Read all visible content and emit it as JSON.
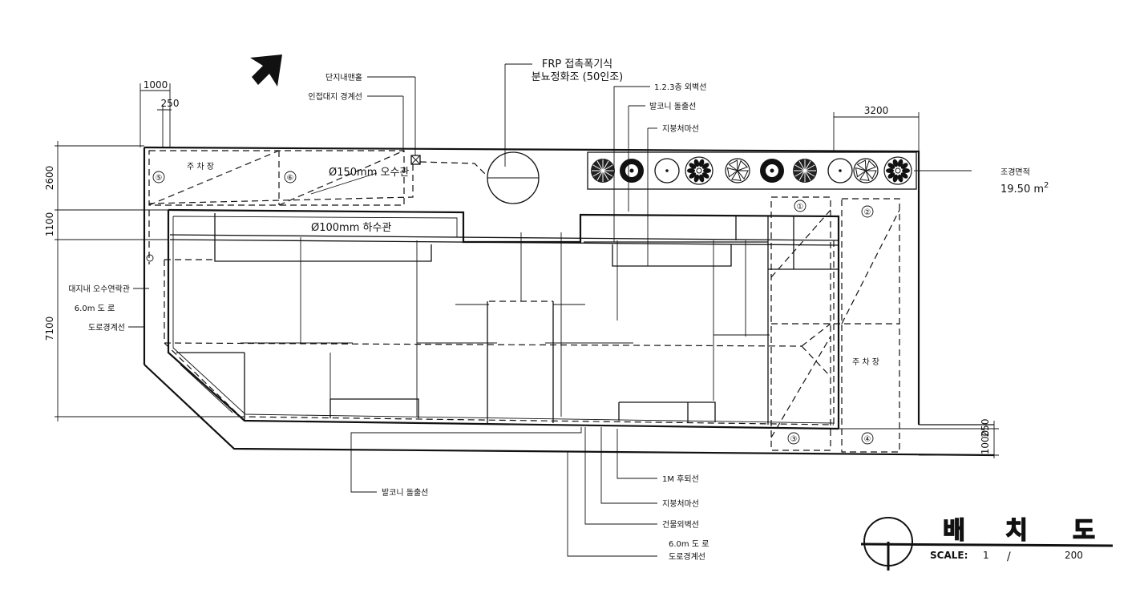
{
  "labels": {
    "manhole": "단지내맨홀",
    "adjacent_boundary": "인접대지 경계선",
    "frp_line1": "FRP 접촉폭기식",
    "frp_line2": "분뇨정화조 (50인조)",
    "outer_wall_123": "1.2.3층 외벽선",
    "balcony_top": "발코니 돌출선",
    "roof_eave_top": "지붕처마선",
    "landscape_area": "조경면적",
    "landscape_value": "19.50 m",
    "landscape_unit_sup": "2",
    "sewer_150": "Ø150mm 오수관",
    "sewer_100": "Ø100mm 하수관",
    "parking_left": "주 차 장",
    "parking_right": "주 차 장",
    "sewage_pipe": "대지내 오수연락관",
    "road_left": "6.0m 도 로",
    "road_boundary_left": "도로경계선",
    "balcony_bottom": "발코니 돌출선",
    "setback_1m": "1M 후퇴선",
    "roof_eave_bottom": "지붕처마선",
    "building_outer": "건물외벽선",
    "road_bottom": "6.0m 도 로",
    "road_boundary_bottom": "도로경계선",
    "title_chars": [
      "배",
      "치",
      "도"
    ],
    "scale_label": "SCALE:",
    "scale_num": "1",
    "scale_slash": "/",
    "scale_den": "200",
    "circ1": "①",
    "circ2": "②",
    "circ3": "③",
    "circ4": "④",
    "circ5": "⑤",
    "circ6": "⑥"
  },
  "dimensions": {
    "top_1000": "1000",
    "top_250": "250",
    "top_3200": "3200",
    "left_2600": "2600",
    "left_1100": "1100",
    "left_7100": "7100",
    "right_250": "250",
    "right_1000": "1000"
  },
  "trees": [
    {
      "type": "shrub-dark-icon"
    },
    {
      "type": "tree-ring-icon"
    },
    {
      "type": "tree-outline-icon"
    },
    {
      "type": "tree-star-icon"
    },
    {
      "type": "tree-pinwheel-icon"
    },
    {
      "type": "tree-ring-icon"
    },
    {
      "type": "shrub-dark-icon"
    },
    {
      "type": "tree-outline-icon"
    },
    {
      "type": "tree-pinwheel-icon"
    },
    {
      "type": "tree-star-icon"
    }
  ]
}
